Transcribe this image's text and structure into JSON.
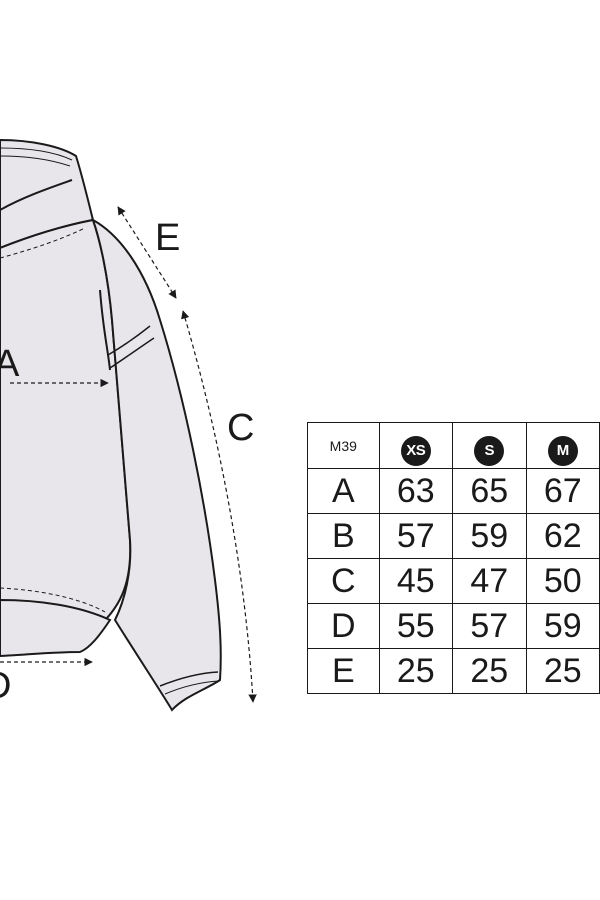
{
  "colors": {
    "garment_fill": "#e8e6ea",
    "line": "#1a1a1a",
    "background": "#ffffff"
  },
  "dimension_labels": {
    "a": "A",
    "c": "C",
    "d": "D",
    "e": "E"
  },
  "size_table": {
    "model": "M39",
    "sizes": [
      "XS",
      "S",
      "M"
    ],
    "rows": [
      {
        "label": "A",
        "values": [
          "63",
          "65",
          "67"
        ]
      },
      {
        "label": "B",
        "values": [
          "57",
          "59",
          "62"
        ]
      },
      {
        "label": "C",
        "values": [
          "45",
          "47",
          "50"
        ]
      },
      {
        "label": "D",
        "values": [
          "55",
          "57",
          "59"
        ]
      },
      {
        "label": "E",
        "values": [
          "25",
          "25",
          "25"
        ]
      }
    ]
  }
}
